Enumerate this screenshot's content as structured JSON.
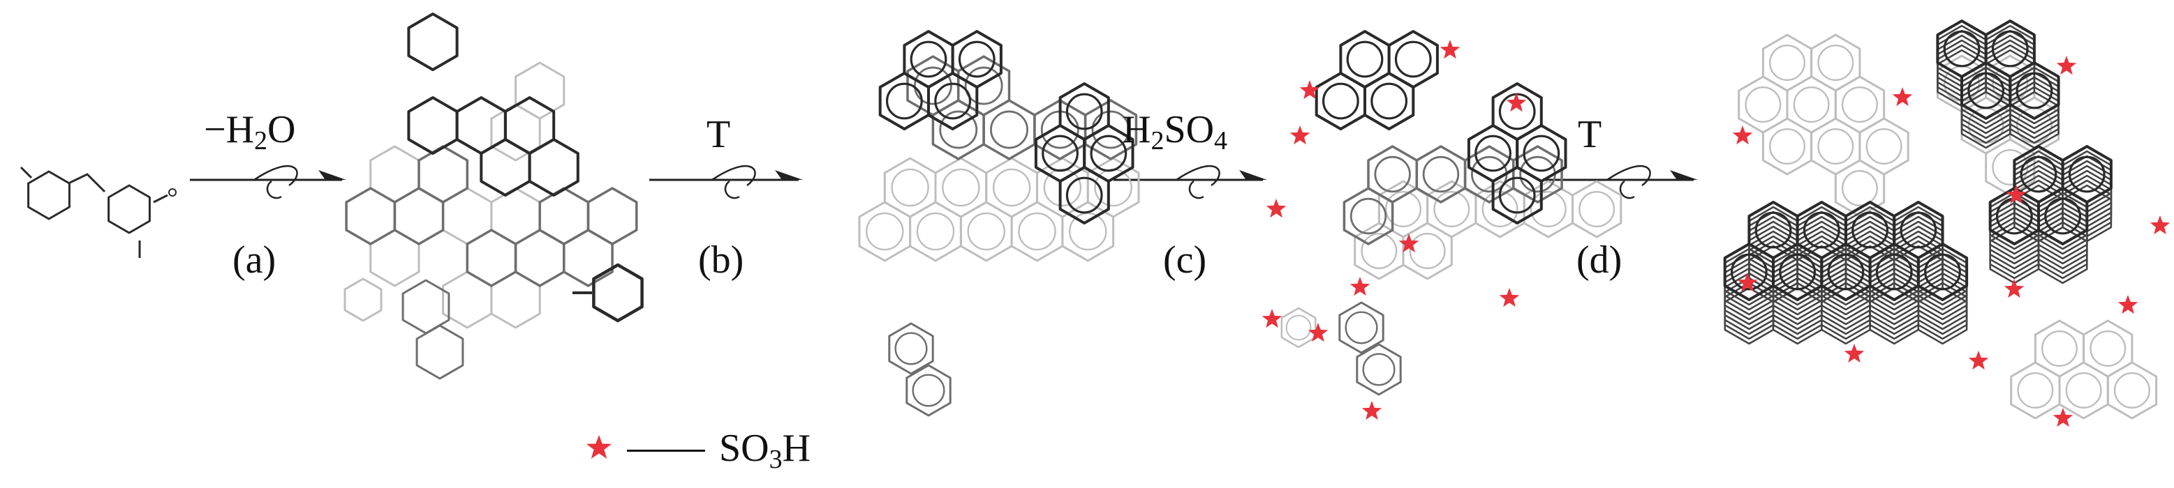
{
  "steps": [
    {
      "condition_pre": "−H",
      "condition_sub": "2",
      "condition_post": "O",
      "label": "(a)"
    },
    {
      "condition_pre": "T",
      "condition_sub": "",
      "condition_post": "",
      "label": "(b)"
    },
    {
      "condition_pre": "H",
      "condition_sub": "2",
      "condition_post": "SO",
      "condition_sub2": "4",
      "label": "(c)"
    },
    {
      "condition_pre": "T",
      "condition_sub": "",
      "condition_post": "",
      "label": "(d)"
    }
  ],
  "legend": {
    "symbol": "star",
    "text_pre": "SO",
    "text_sub": "3",
    "text_post": "H"
  },
  "colors": {
    "bond_dark": "#2a2a2a",
    "bond_mid": "#6e6e6e",
    "bond_light": "#bdbdbd",
    "star": "#e8323c",
    "text": "#111111"
  }
}
